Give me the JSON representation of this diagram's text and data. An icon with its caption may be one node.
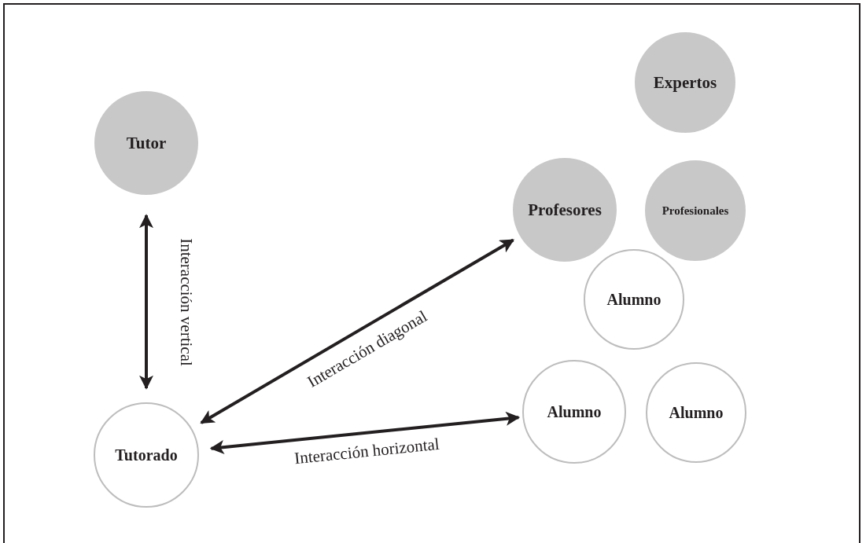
{
  "diagram": {
    "nodes": [
      {
        "text": [
          "Tutor"
        ]
      },
      {
        "text": [
          "Expertos"
        ]
      },
      {
        "text": [
          "Profesores"
        ]
      },
      {
        "text": [
          "Profesionales"
        ]
      },
      {
        "text": [
          "Alumno"
        ]
      },
      {
        "text": [
          "Alumno"
        ]
      },
      {
        "text": [
          "Alumno"
        ]
      },
      {
        "text": [
          "Tutorado"
        ]
      }
    ],
    "edges": [
      {
        "from": 0,
        "to": 7,
        "arrow": "both",
        "label": "Interacción vertical"
      },
      {
        "from": 7,
        "to": 2,
        "arrow": "both",
        "label": "Interacción diagonal"
      },
      {
        "from": 7,
        "to": 5,
        "arrow": "both",
        "label": "Interacción horizontal"
      }
    ]
  }
}
